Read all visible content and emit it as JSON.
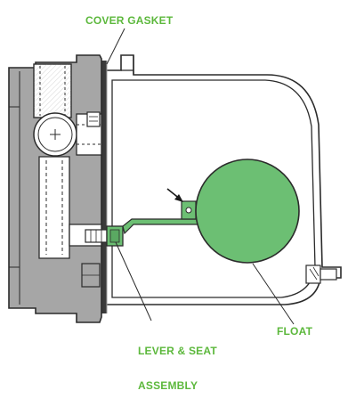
{
  "labels": {
    "cover_gasket": "COVER GASKET",
    "lever_seat_line1": "LEVER & SEAT",
    "lever_seat_line2": "ASSEMBLY",
    "float": "FLOAT"
  },
  "colors": {
    "label_green": "#5cb83c",
    "float_fill": "#6cbf73",
    "cover_gray": "#a6a6a6",
    "outline": "#2b2b2b"
  },
  "icons": [
    "arrow-pointer-icon"
  ]
}
